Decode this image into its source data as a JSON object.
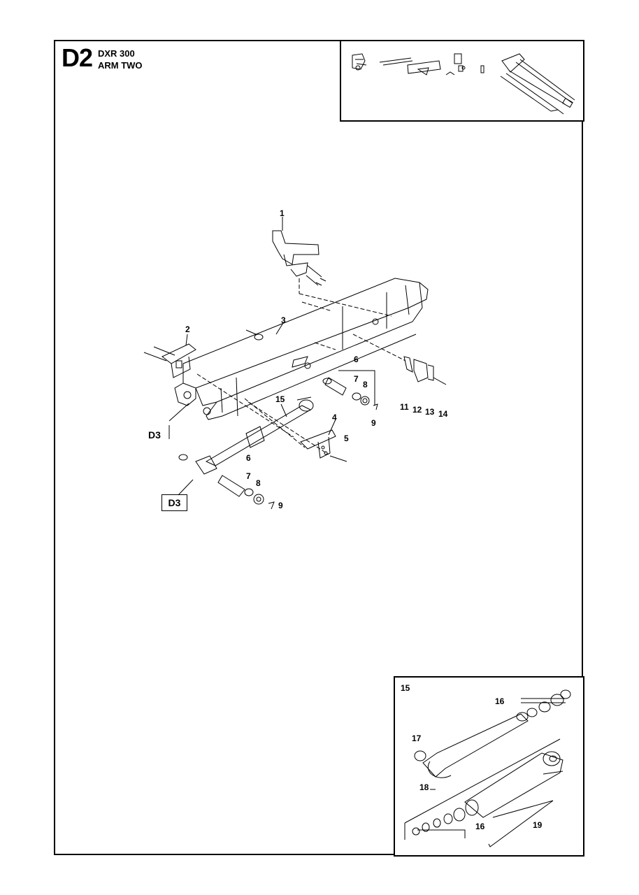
{
  "header": {
    "section_code": "D2",
    "model": "DXR 300",
    "subtitle": "ARM TWO"
  },
  "callouts": {
    "p1": "1",
    "p2": "2",
    "p3": "3",
    "p4": "4",
    "p5": "5",
    "p6a": "6",
    "p6b": "6",
    "p7a": "7",
    "p7b": "7",
    "p8a": "8",
    "p8b": "8",
    "p9a": "9",
    "p9b": "9",
    "p11": "11",
    "p12": "12",
    "p13": "13",
    "p14": "14",
    "p15": "15"
  },
  "refs": {
    "d3_upper": "D3",
    "d3_lower": "D3"
  },
  "detail": {
    "title": "15",
    "p16a": "16",
    "p16b": "16",
    "p17": "17",
    "p18": "18",
    "p19": "19"
  }
}
